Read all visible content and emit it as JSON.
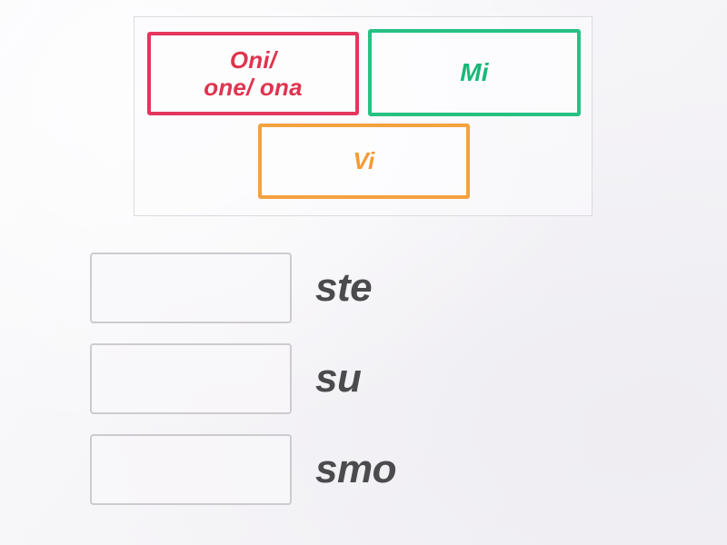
{
  "activity": {
    "type": "match-up",
    "colors": {
      "background": "#f7f6f8",
      "tray_border": "#dcdade",
      "dropzone_border": "#cdcbd0",
      "word_text": "#4b4b4d",
      "tile_red": "#e4365e",
      "tile_green": "#25c183",
      "tile_orange": "#f4a23f"
    }
  },
  "tray": {
    "tiles": [
      {
        "id": "tile-oni",
        "lines": [
          "Oni/",
          "one/ ona"
        ],
        "color": "#e4365e",
        "text_color": "#e0344f"
      },
      {
        "id": "tile-mi",
        "lines": [
          "Mi"
        ],
        "color": "#25c183",
        "text_color": "#18b877"
      },
      {
        "id": "tile-vi",
        "lines": [
          "Vi"
        ],
        "color": "#f4a23f",
        "text_color": "#f59a32"
      }
    ]
  },
  "rows": [
    {
      "id": "row-ste",
      "word": "ste",
      "dropzone_value": ""
    },
    {
      "id": "row-su",
      "word": "su",
      "dropzone_value": ""
    },
    {
      "id": "row-smo",
      "word": "smo",
      "dropzone_value": ""
    }
  ]
}
